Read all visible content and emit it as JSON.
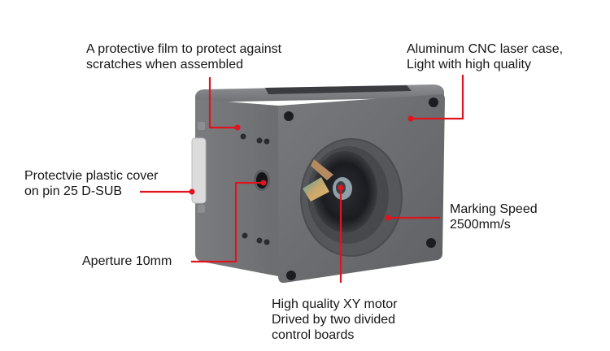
{
  "diagram": {
    "subject": "Laser galvo scanner head",
    "accent_color": "#e0141e",
    "body_color": "#6e7073",
    "callouts": [
      {
        "id": "film",
        "lines": [
          "A protective film to protect against",
          "scratches when assembled"
        ]
      },
      {
        "id": "case",
        "lines": [
          "Aluminum CNC laser case,",
          "Light with high quality"
        ]
      },
      {
        "id": "cover",
        "lines": [
          "Protectvie plastic cover",
          "on pin 25 D-SUB"
        ]
      },
      {
        "id": "speed",
        "lines": [
          "Marking Speed",
          "2500mm/s"
        ]
      },
      {
        "id": "aperture",
        "lines": [
          "Aperture 10mm"
        ]
      },
      {
        "id": "motor",
        "lines": [
          "High quality XY motor",
          "Drived by two divided",
          "control boards"
        ]
      }
    ]
  }
}
